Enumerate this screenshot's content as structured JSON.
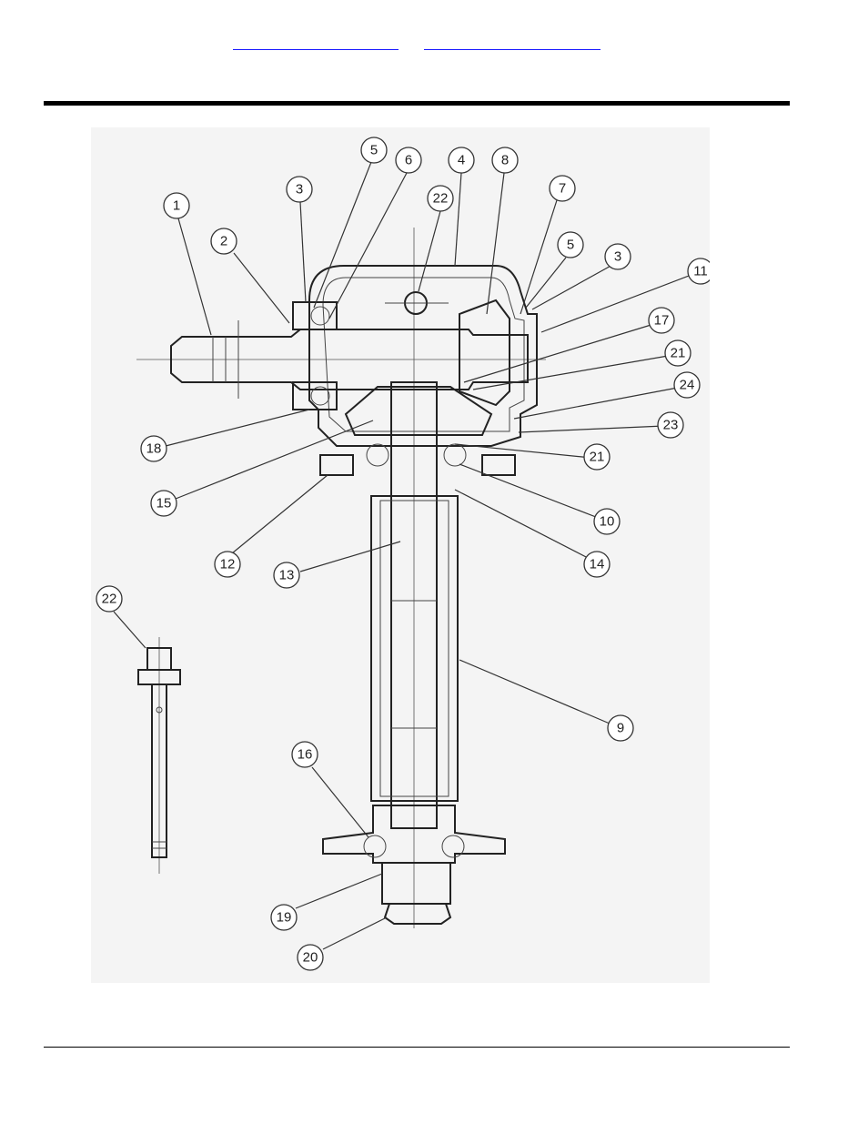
{
  "callouts": [
    {
      "id": "c1",
      "label": "1"
    },
    {
      "id": "c2",
      "label": "2"
    },
    {
      "id": "c3a",
      "label": "3"
    },
    {
      "id": "c5a",
      "label": "5"
    },
    {
      "id": "c6",
      "label": "6"
    },
    {
      "id": "c22a",
      "label": "22"
    },
    {
      "id": "c4",
      "label": "4"
    },
    {
      "id": "c8",
      "label": "8"
    },
    {
      "id": "c7",
      "label": "7"
    },
    {
      "id": "c5b",
      "label": "5"
    },
    {
      "id": "c3b",
      "label": "3"
    },
    {
      "id": "c11",
      "label": "11"
    },
    {
      "id": "c17",
      "label": "17"
    },
    {
      "id": "c21a",
      "label": "21"
    },
    {
      "id": "c24",
      "label": "24"
    },
    {
      "id": "c23",
      "label": "23"
    },
    {
      "id": "c21b",
      "label": "21"
    },
    {
      "id": "c18",
      "label": "18"
    },
    {
      "id": "c15",
      "label": "15"
    },
    {
      "id": "c10",
      "label": "10"
    },
    {
      "id": "c12",
      "label": "12"
    },
    {
      "id": "c13",
      "label": "13"
    },
    {
      "id": "c14",
      "label": "14"
    },
    {
      "id": "c22b",
      "label": "22"
    },
    {
      "id": "c9",
      "label": "9"
    },
    {
      "id": "c16",
      "label": "16"
    },
    {
      "id": "c19",
      "label": "19"
    },
    {
      "id": "c20",
      "label": "20"
    }
  ]
}
